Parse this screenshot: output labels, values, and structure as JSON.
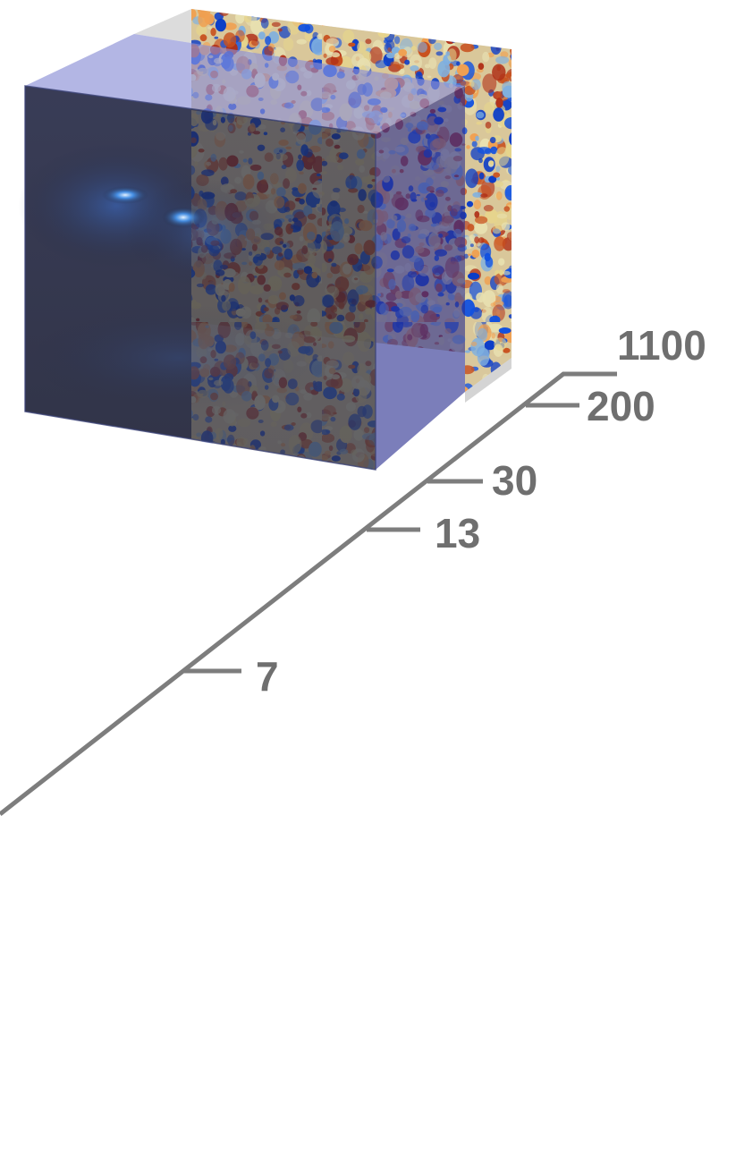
{
  "colors": {
    "axis": "#7d7d7d",
    "label": "#6f6f6f",
    "cube_front": "#1e2138",
    "cube_right": "#2a2f8f",
    "cube_top": "#8b8fd6",
    "cmb_warm": "#c8501e",
    "cmb_cool": "#0a3cc8",
    "cmb_mid": "#e6d48c",
    "glow": "#4aa0ff"
  },
  "axis": {
    "ticks": [
      {
        "value": "1100"
      },
      {
        "value": "200"
      },
      {
        "value": "30"
      },
      {
        "value": "13"
      },
      {
        "value": "7"
      }
    ]
  }
}
